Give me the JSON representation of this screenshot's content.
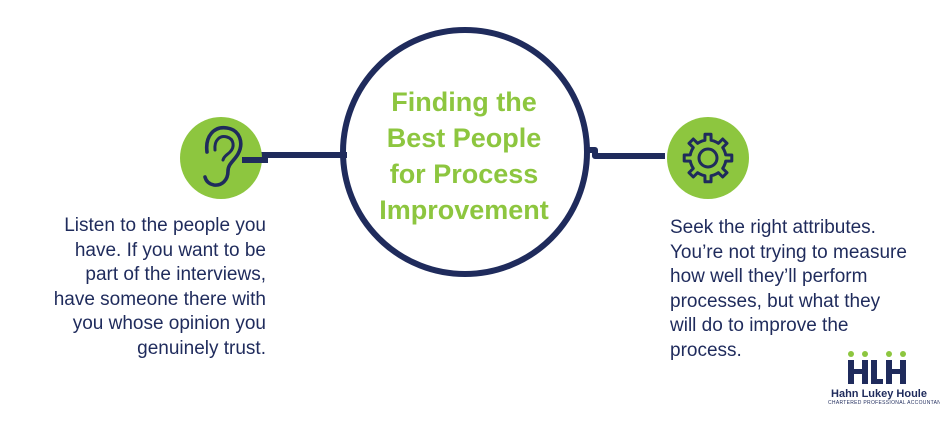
{
  "title_lines": [
    "Finding the",
    "Best People",
    "for Process",
    "Improvement"
  ],
  "left_text_lines": [
    "Listen to the people you",
    "have. If you want to be",
    "part of the interviews,",
    "have someone there with",
    "you whose opinion you",
    "genuinely trust."
  ],
  "right_text_lines": [
    "Seek the right attributes.",
    "You’re not trying to measure",
    "how well they’ll perform",
    "processes, but what they",
    "will do to improve the",
    "process."
  ],
  "logo": {
    "name": "Hahn Lukey Houle",
    "subtitle": "CHARTERED PROFESSIONAL ACCOUNTANTS"
  },
  "icons": {
    "left": "ear-icon",
    "right": "gear-icon"
  },
  "colors": {
    "green": "#8dc63f",
    "navy": "#1f2b5c",
    "white": "#ffffff"
  }
}
